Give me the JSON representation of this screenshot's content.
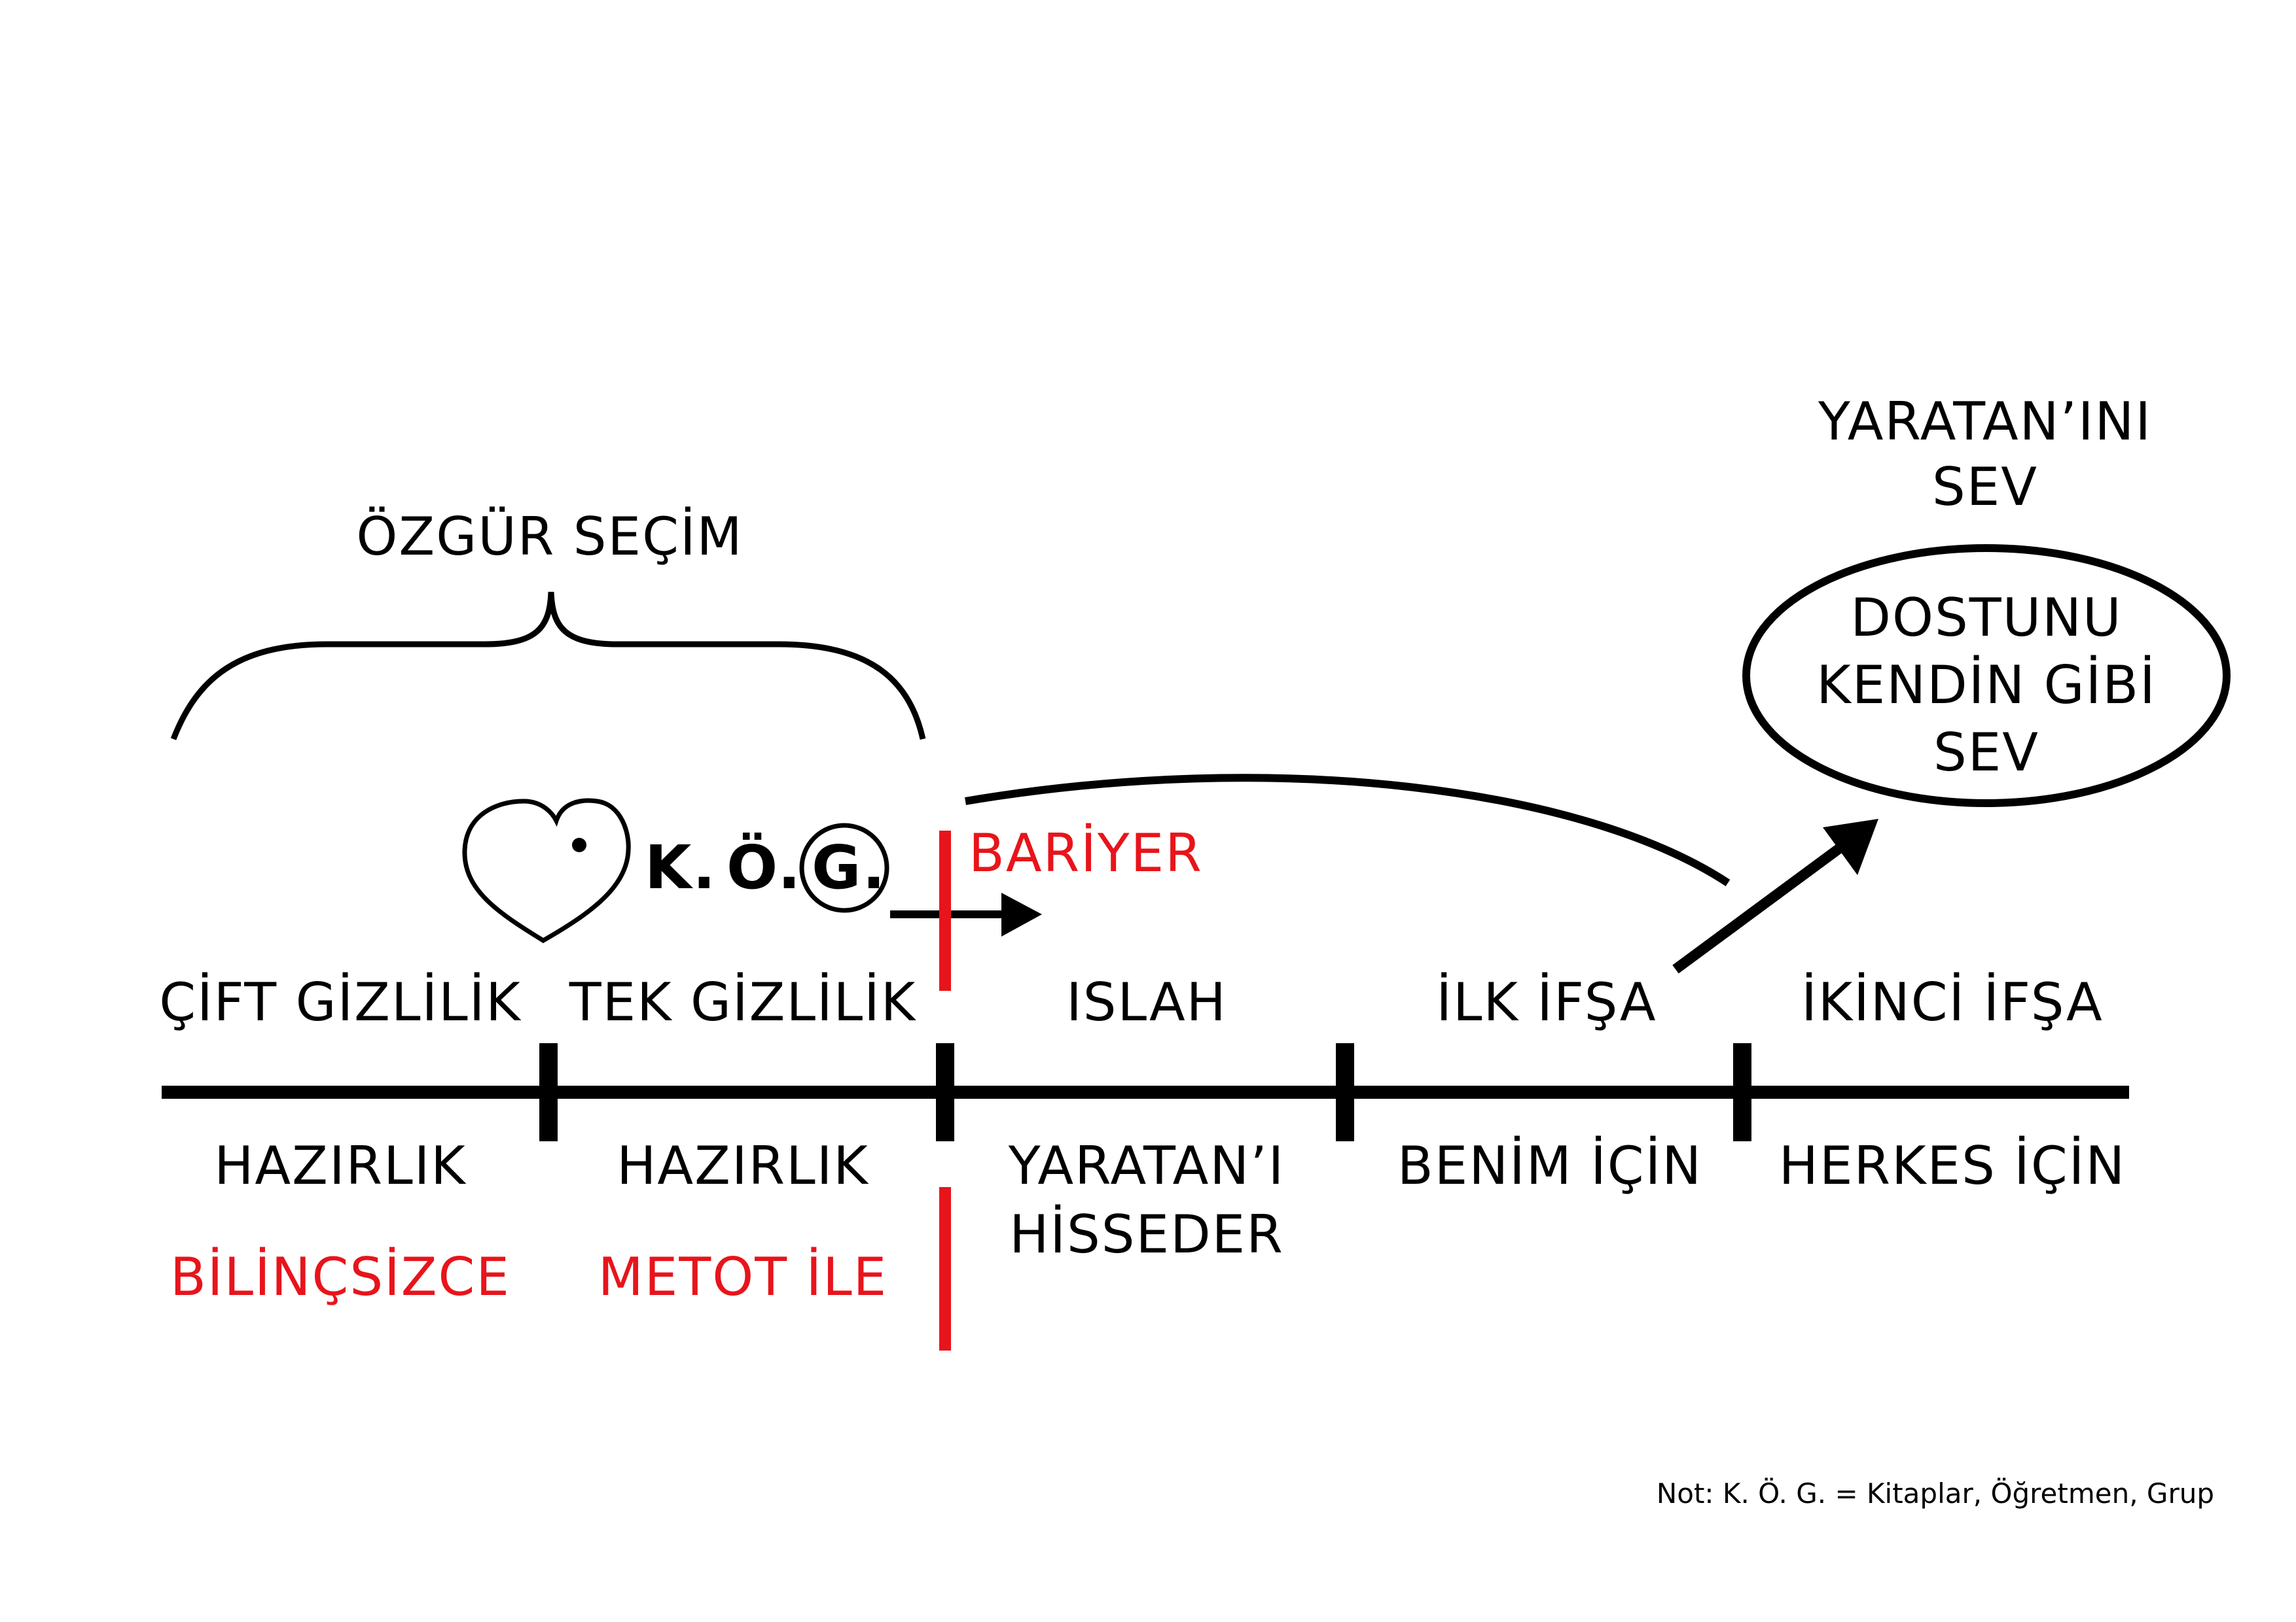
{
  "free_choice": "ÖZGÜR SEÇİM",
  "kog": {
    "k": "K.",
    "o": "Ö.",
    "g": "G."
  },
  "barrier": "BARİYER",
  "goal": {
    "outer": [
      "YARATAN’INI",
      "SEV"
    ],
    "inner": [
      "DOSTUNU",
      "KENDİN GİBİ",
      "SEV"
    ]
  },
  "phases": [
    {
      "name": "ÇİFT GİZLİLİK",
      "desc": [
        "HAZIRLIK"
      ],
      "note": "BİLİNÇSİZCE"
    },
    {
      "name": "TEK GİZLİLİK",
      "desc": [
        "HAZIRLIK"
      ],
      "note": "METOT İLE"
    },
    {
      "name": "ISLAH",
      "desc": [
        "YARATAN’I",
        "HİSSEDER"
      ],
      "note": ""
    },
    {
      "name": "İLK İFŞA",
      "desc": [
        "BENİM İÇİN"
      ],
      "note": ""
    },
    {
      "name": "İKİNCİ İFŞA",
      "desc": [
        "HERKES İÇİN"
      ],
      "note": ""
    }
  ],
  "footnote": "Not: K. Ö. G. = Kitaplar, Öğretmen, Grup",
  "colors": {
    "ink": "#000000",
    "accent": "#e8141b"
  }
}
